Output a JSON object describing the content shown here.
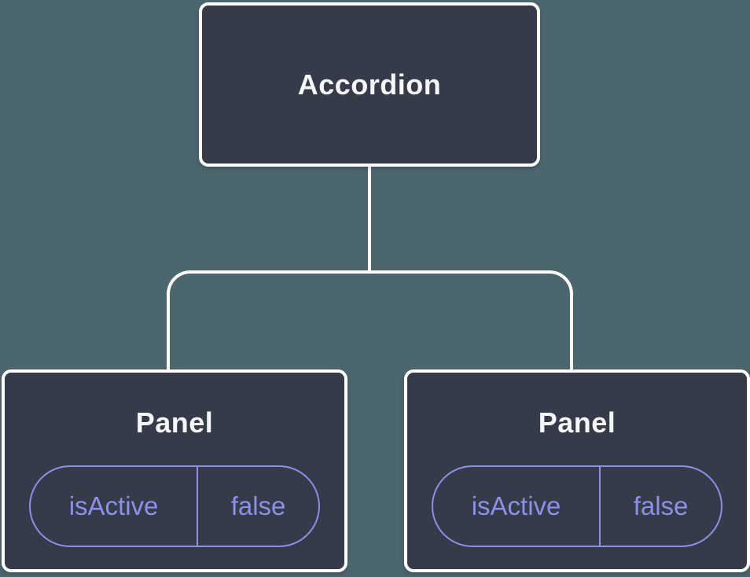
{
  "diagram": {
    "root": {
      "label": "Accordion"
    },
    "children": [
      {
        "label": "Panel",
        "state": {
          "name": "isActive",
          "value": "false"
        }
      },
      {
        "label": "Panel",
        "state": {
          "name": "isActive",
          "value": "false"
        }
      }
    ]
  },
  "colors": {
    "background": "#4C666E",
    "node_fill": "#353B48",
    "node_border": "#FFFFFF",
    "node_text": "#F6F7F9",
    "connector": "#FFFFFF",
    "state_accent": "#8B90E8"
  }
}
